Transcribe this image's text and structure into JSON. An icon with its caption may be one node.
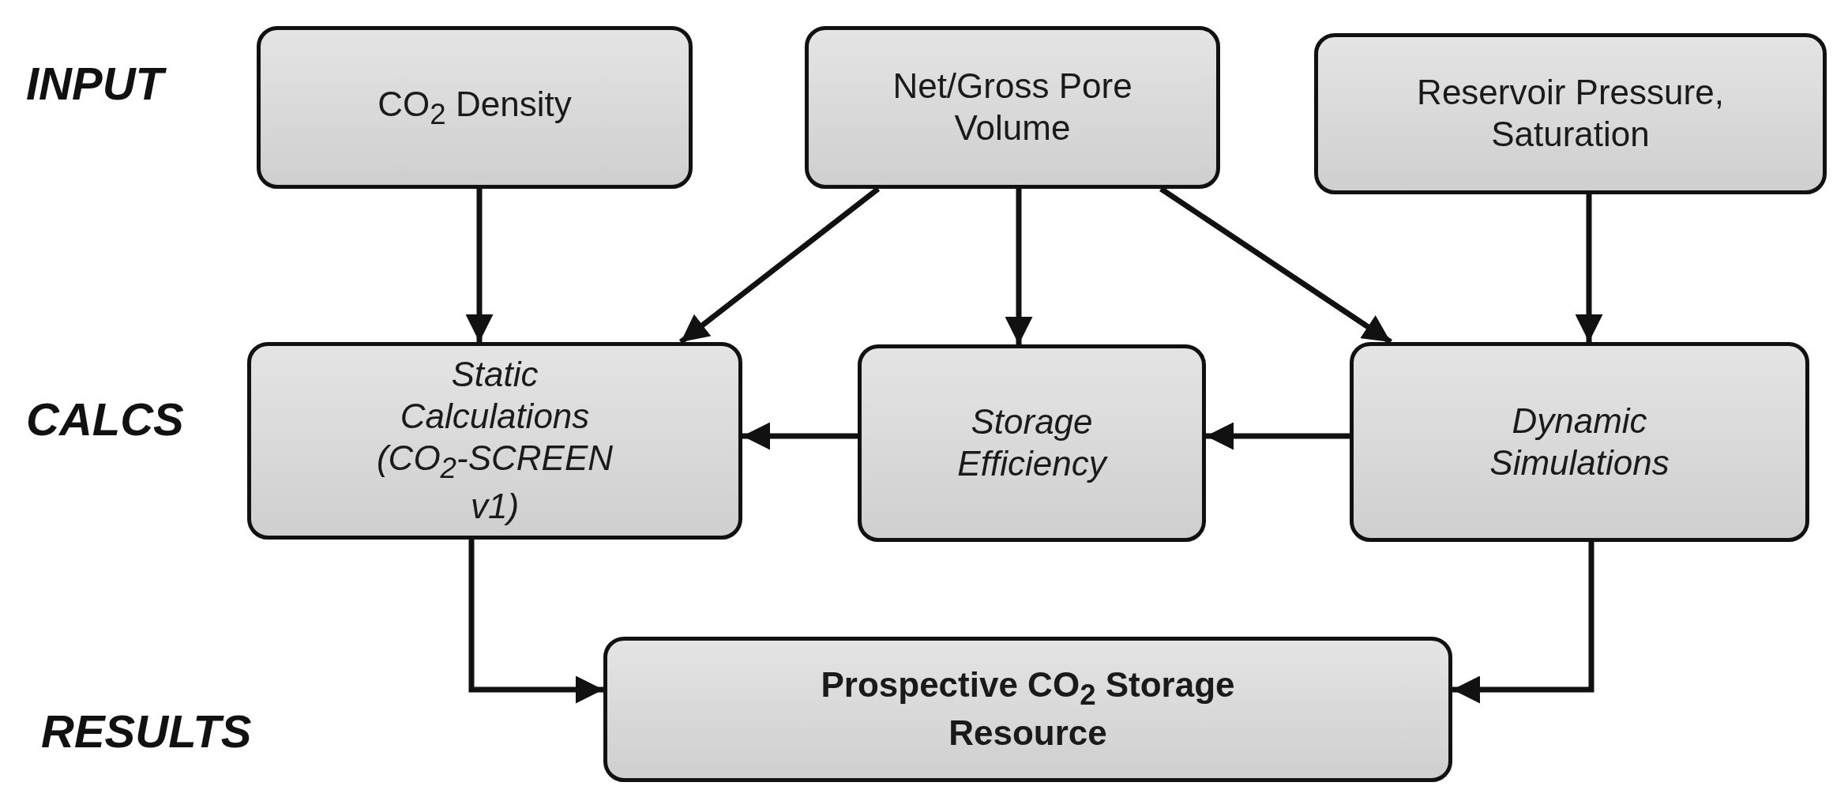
{
  "diagram": {
    "nodes": [
      {
        "text": [
          "CO$_{2}$ Density"
        ]
      },
      {
        "text": [
          "Net/Gross Pore Volume"
        ]
      },
      {
        "text": [
          "Reservoir Pressure, Saturation"
        ]
      },
      {
        "text": [
          "Static Calculations (CO$_{2}$-SCREEN v1)"
        ]
      },
      {
        "text": [
          "Storage Efficiency"
        ]
      },
      {
        "text": [
          "Dynamic Simulations"
        ]
      },
      {
        "text": [
          "Prospective CO$_{2}$ Storage Resource"
        ]
      }
    ],
    "edges": [
      {
        "from": 0,
        "to": 3,
        "arrow": "to"
      },
      {
        "from": 1,
        "to": 3,
        "arrow": "to"
      },
      {
        "from": 1,
        "to": 4,
        "arrow": "to"
      },
      {
        "from": 1,
        "to": 5,
        "arrow": "to"
      },
      {
        "from": 2,
        "to": 5,
        "arrow": "to"
      },
      {
        "from": 5,
        "to": 4,
        "arrow": "to"
      },
      {
        "from": 4,
        "to": 3,
        "arrow": "to"
      },
      {
        "from": 3,
        "to": 6,
        "arrow": "to"
      },
      {
        "from": 5,
        "to": 6,
        "arrow": "to"
      }
    ],
    "labels": [
      "INPUT",
      "CALCS",
      "RESULTS"
    ]
  }
}
